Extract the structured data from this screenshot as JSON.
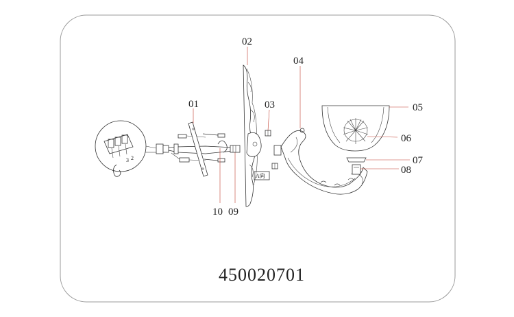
{
  "labels": {
    "p01": "01",
    "p02": "02",
    "p03": "03",
    "p04": "04",
    "p05": "05",
    "p06": "06",
    "p07": "07",
    "p08": "08",
    "p09": "09",
    "p10": "10"
  },
  "view_note": "A向",
  "model_number": "450020701",
  "colors": {
    "line": "#333333",
    "leader": "#c0392b",
    "frame": "#999999"
  }
}
